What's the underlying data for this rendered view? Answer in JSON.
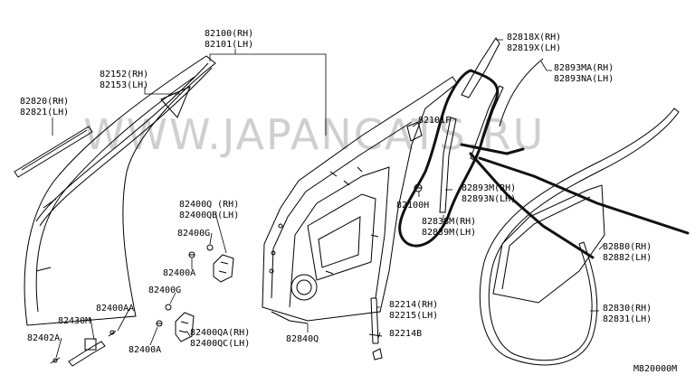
{
  "diagram": {
    "watermark": "WWW.JAPANCATS.RU",
    "figure_code": "M820000M",
    "labels": {
      "p82100": "82100(RH)",
      "p82101": "82101(LH)",
      "p82152": "82152(RH)",
      "p82153": "82153(LH)",
      "p82820": "82820(RH)",
      "p82821": "82821(LH)",
      "p82818x": "82818X(RH)",
      "p82819x": "82819X(LH)",
      "p82893ma": "82893MA(RH)",
      "p82893na": "82893NA(LH)",
      "p82101f": "82101F",
      "p82893m": "82893M(RH)",
      "p82893n": "82893N(LH)",
      "p82100h": "82100H",
      "p82838m": "82838M(RH)",
      "p82839m": "82839M(LH)",
      "p82400q": "82400Q (RH)",
      "p82400qb": "82400QB(LH)",
      "p82400g_top": "82400G",
      "p82400a_mid": "82400A",
      "p82400g_bot": "82400G",
      "p82400aa": "82400AA",
      "p82430m": "82430M",
      "p82402a": "82402A",
      "p82400a_bot": "82400A",
      "p82400qa": "82400QA(RH)",
      "p82400qc": "82400QC(LH)",
      "p82840q": "82840Q",
      "p82214": "82214(RH)",
      "p82215": "82215(LH)",
      "p82214b": "82214B",
      "p82880": "82880(RH)",
      "p82882": "82882(LH)",
      "p82830": "82830(RH)",
      "p82831": "82831(LH)"
    }
  }
}
